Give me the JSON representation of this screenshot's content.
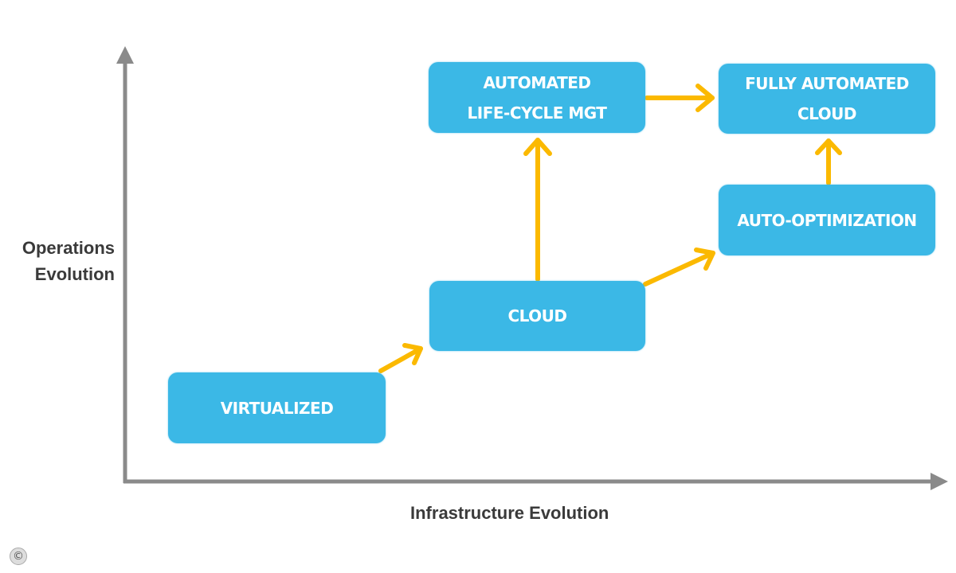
{
  "axes": {
    "y_label_line1": "Operations",
    "y_label_line2": "Evolution",
    "x_label": "Infrastructure Evolution"
  },
  "nodes": {
    "virtualized": "VIRTUALIZED",
    "cloud": "CLOUD",
    "lifecycle_line1": "AUTOMATED",
    "lifecycle_line2": "LIFE-CYCLE MGT",
    "optimization": "AUTO-OPTIMIZATION",
    "fully_line1": "FULLY AUTOMATED",
    "fully_line2": "CLOUD"
  },
  "copyright_symbol": "©",
  "colors": {
    "box": "#3bb8e6",
    "arrow": "#fbb900",
    "axis": "#8a8a8a"
  }
}
